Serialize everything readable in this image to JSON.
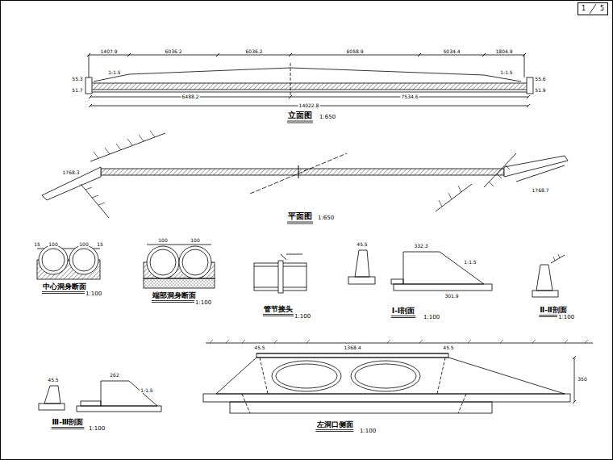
{
  "diagram": {
    "nodes": [
      {
        "text": [
          "1",
          "5"
        ]
      }
    ],
    "labels": [
      "1407.9",
      "6036.2",
      "6036.2",
      "6058.9",
      "5034.4",
      "1804.9",
      "1:1.5",
      "1:1.5",
      "55.3",
      "51.7",
      "55.6",
      "51.9",
      "6488.2",
      "7534.6",
      "14022.8",
      "立面图",
      "1:650",
      "1768.3",
      "1768.7",
      "平面图",
      "1:650",
      "15",
      "100",
      "100",
      "15",
      "中心洞身断面",
      "1:100",
      "100",
      "100",
      "端部洞身断面",
      "1:100",
      "管节接头",
      "1:100",
      "45.5",
      "332.3",
      "1:1.5",
      "301.9",
      "Ⅰ-Ⅰ剖面",
      "1:100",
      "Ⅱ-Ⅱ剖面",
      "1:100",
      "45.5",
      "262",
      "1:1.5",
      "Ⅲ-Ⅲ剖面",
      "1:100",
      "1368.4",
      "45.5",
      "45.5",
      "350",
      "左洞口侧面",
      "1:100"
    ]
  }
}
